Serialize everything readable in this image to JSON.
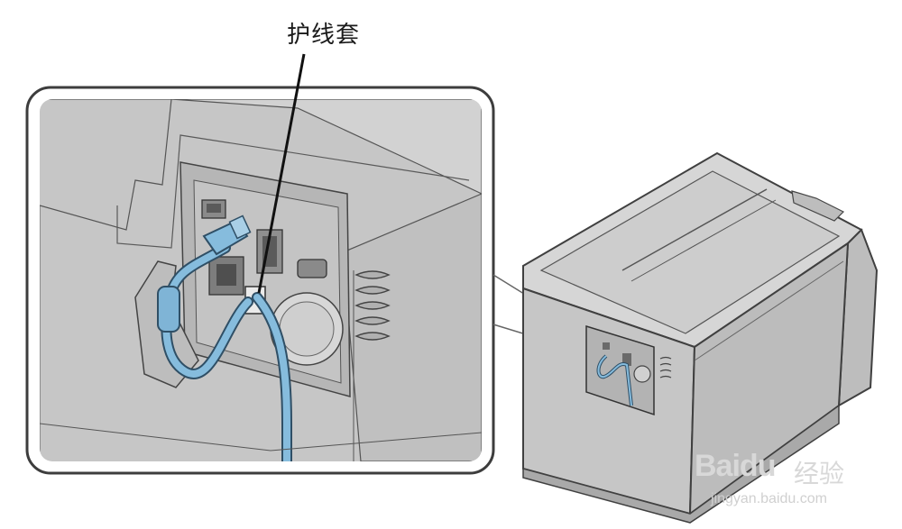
{
  "callout": {
    "label": "护线套"
  },
  "watermark": {
    "brand": "Bai",
    "brand_suffix": "du",
    "cn_text": "经验",
    "url": "jingyan.baidu.com"
  },
  "colors": {
    "body_gray": "#c9c9c9",
    "panel_gray": "#b9b9b9",
    "outline": "#4a4a4a",
    "cable_blue": "#7fb4d6",
    "cable_dark": "#2f4f66"
  }
}
